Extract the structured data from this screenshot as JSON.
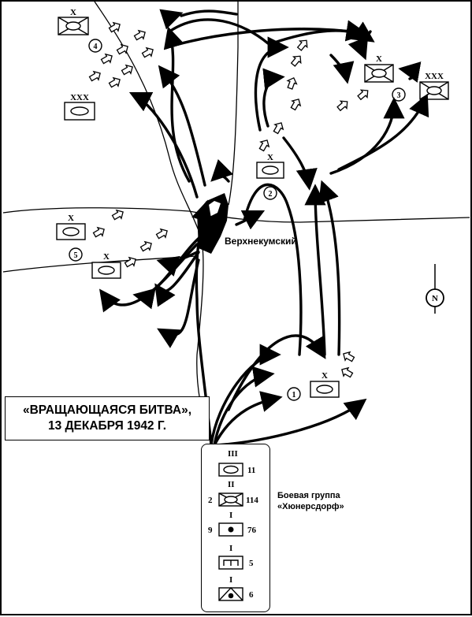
{
  "title": {
    "line1": "«ВРАЩАЮЩАЯСЯ БИТВА»,",
    "line2": "13 ДЕКАБРЯ 1942 Г."
  },
  "town": "Верхнекумский",
  "compass": "N",
  "soviet_units": [
    {
      "number": "1",
      "size": "X",
      "type": "tank"
    },
    {
      "number": "2",
      "size": "X",
      "type": "tank"
    },
    {
      "number": "3",
      "size": "X",
      "type": "mechanized"
    },
    {
      "number": "3",
      "size": "XXX",
      "type": "mechanized"
    },
    {
      "number": "4",
      "size": "X",
      "type": "mechanized"
    },
    {
      "number": "4",
      "size": "XXX",
      "type": "tank"
    },
    {
      "number": "5",
      "size": "X",
      "type": "tank"
    },
    {
      "number": "5",
      "size": "X",
      "type": "tank"
    }
  ],
  "battle_group": {
    "label_line1": "Боевая группа",
    "label_line2": "«Хюнерсдорф»",
    "units": [
      {
        "size": "III",
        "left": "",
        "right": "11",
        "type": "tank"
      },
      {
        "size": "II",
        "left": "2",
        "right": "114",
        "type": "mechanized"
      },
      {
        "size": "I",
        "left": "9",
        "right": "76",
        "type": "artillery"
      },
      {
        "size": "I",
        "left": "",
        "right": "5",
        "type": "engineer"
      },
      {
        "size": "I",
        "left": "",
        "right": "6",
        "type": "anti-tank"
      }
    ]
  }
}
